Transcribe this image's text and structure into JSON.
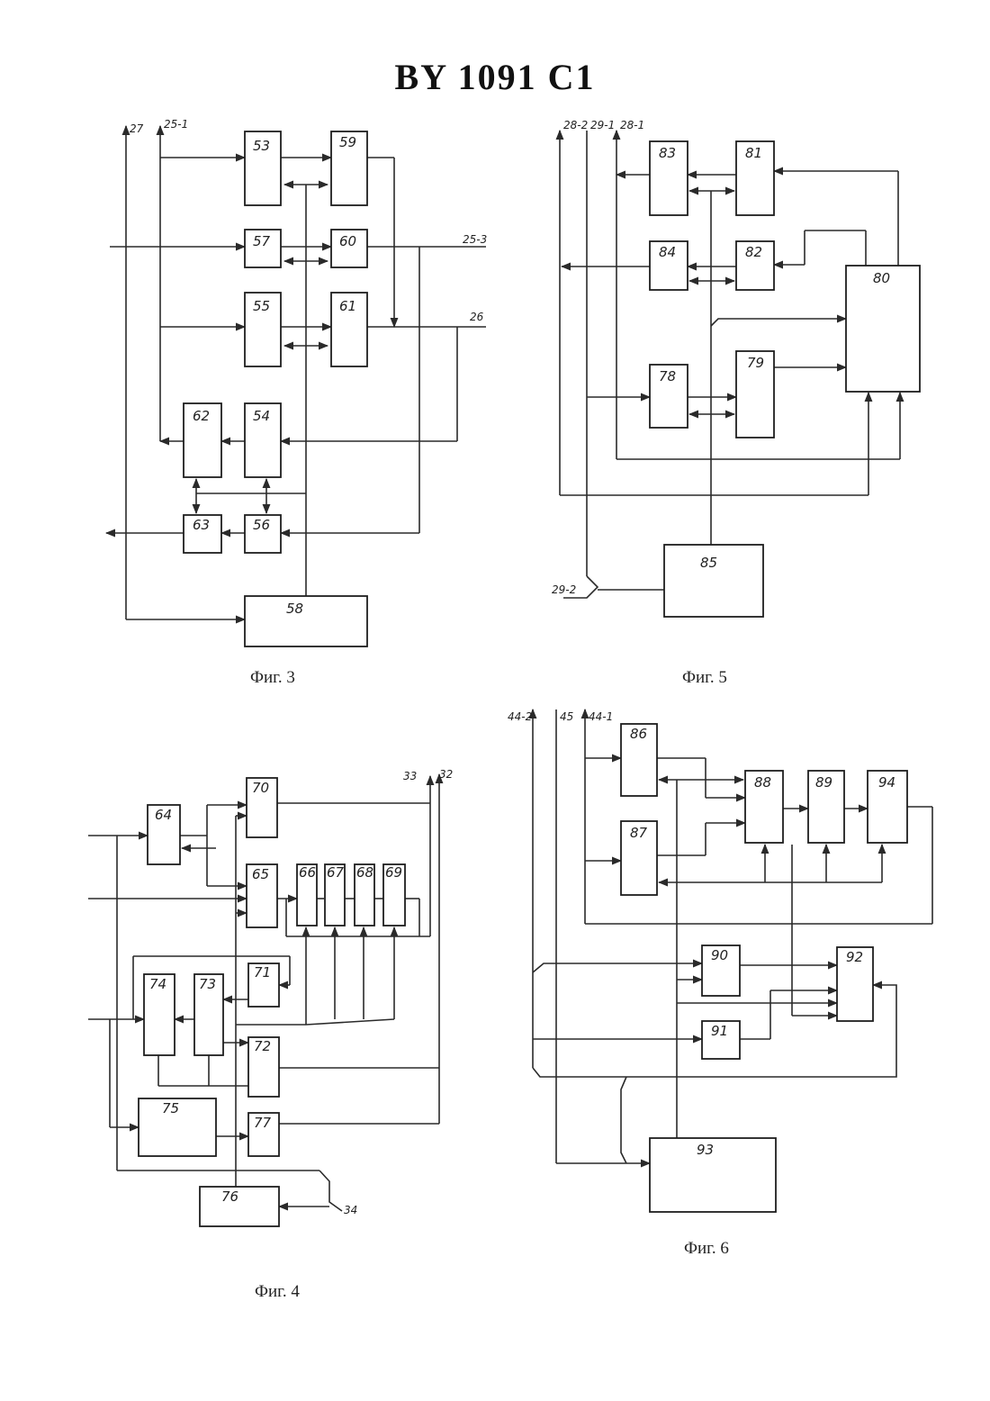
{
  "document": {
    "title": "BY 1091 C1"
  },
  "figures": [
    {
      "id": "fig3",
      "caption": "Фиг. 3",
      "blocks": [
        "53",
        "59",
        "57",
        "60",
        "55",
        "61",
        "62",
        "54",
        "63",
        "56",
        "58"
      ],
      "signals": [
        "27",
        "25-1",
        "25-3",
        "26"
      ]
    },
    {
      "id": "fig5",
      "caption": "Фиг. 5",
      "blocks": [
        "83",
        "81",
        "84",
        "82",
        "80",
        "78",
        "79",
        "85"
      ],
      "signals": [
        "28-2",
        "29-1",
        "28-1",
        "29-2"
      ]
    },
    {
      "id": "fig4",
      "caption": "Фиг. 4",
      "blocks": [
        "64",
        "70",
        "65",
        "66",
        "67",
        "68",
        "69",
        "74",
        "73",
        "71",
        "72",
        "75",
        "77",
        "76"
      ],
      "signals": [
        "33",
        "32",
        "34"
      ]
    },
    {
      "id": "fig6",
      "caption": "Фиг. 6",
      "blocks": [
        "86",
        "88",
        "89",
        "94",
        "87",
        "90",
        "92",
        "91",
        "93"
      ],
      "signals": [
        "44-2",
        "45",
        "44-1"
      ]
    }
  ]
}
